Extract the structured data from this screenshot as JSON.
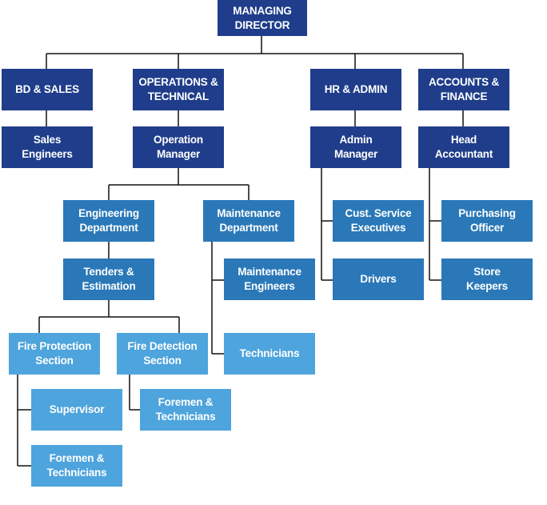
{
  "org_chart": {
    "colors": {
      "dark_blue": "#1f3d8a",
      "mid_blue": "#2a78b8",
      "light_blue": "#4ea4dc",
      "connector": "#111111"
    },
    "nodes": {
      "managing_director": "MANAGING\nDIRECTOR",
      "bd_sales": "BD & SALES",
      "operations_technical": "OPERATIONS &\nTECHNICAL",
      "hr_admin": "HR & ADMIN",
      "accounts_finance": "ACCOUNTS &\nFINANCE",
      "sales_engineers": "Sales\nEngineers",
      "operation_manager": "Operation\nManager",
      "admin_manager": "Admin\nManager",
      "head_accountant": "Head\nAccountant",
      "engineering_department": "Engineering\nDepartment",
      "maintenance_department": "Maintenance\nDepartment",
      "cust_service_executives": "Cust. Service\nExecutives",
      "purchasing_officer": "Purchasing\nOfficer",
      "tenders_estimation": "Tenders &\nEstimation",
      "maintenance_engineers": "Maintenance\nEngineers",
      "drivers": "Drivers",
      "store_keepers": "Store\nKeepers",
      "fire_protection_section": "Fire Protection\nSection",
      "fire_detection_section": "Fire Detection\nSection",
      "technicians": "Technicians",
      "supervisor": "Supervisor",
      "foremen_technicians_detection": "Foremen &\nTechnicians",
      "foremen_technicians_protection": "Foremen &\nTechnicians"
    }
  }
}
